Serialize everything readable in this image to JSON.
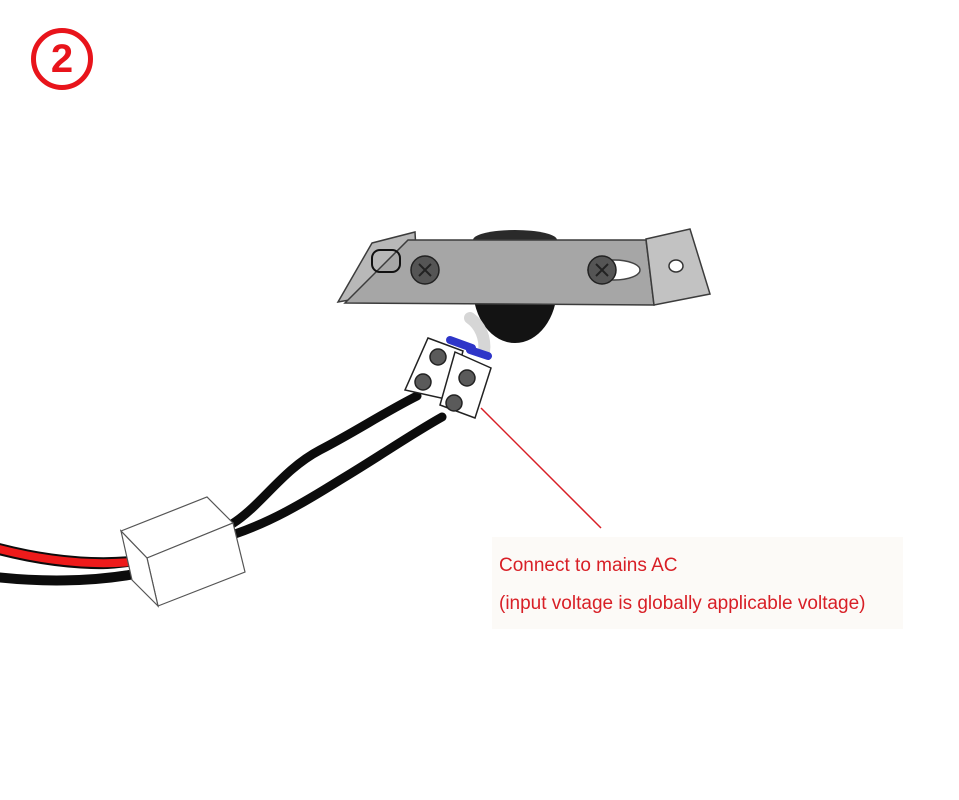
{
  "step": {
    "number": "2"
  },
  "callout": {
    "line1": "Connect to mains AC",
    "line2": "(input voltage is globally applicable voltage)"
  },
  "colors": {
    "accent_red": "#e8141b",
    "callout_text": "#d81f26",
    "bracket_gray": "#a9a9a9",
    "wire_black": "#0c0c0c",
    "wire_red": "#ee1b1b",
    "terminal_blue": "#2e35c8",
    "connector_white": "#ffffff"
  },
  "icons": {
    "step_badge": "circled-number-icon",
    "component": "sensor-mounting-bracket-icon",
    "terminal": "screw-terminal-block-icon"
  }
}
